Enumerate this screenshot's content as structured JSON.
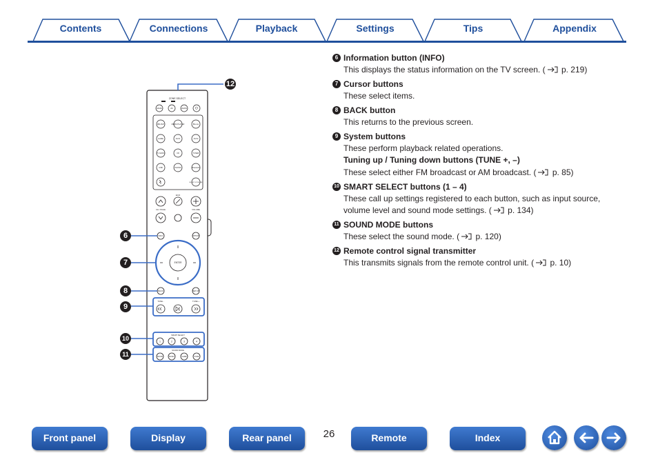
{
  "tabs": [
    "Contents",
    "Connections",
    "Playback",
    "Settings",
    "Tips",
    "Appendix"
  ],
  "remote": {
    "zone_label": "ZONE SELECT",
    "top_buttons": [
      "MAIN",
      "Z2",
      "Z2/Z3",
      "⏻"
    ],
    "source_buttons": [
      "CBL/SAT",
      "MEDIA PLAYER",
      "Blu-ray",
      "GAME",
      "AUX1",
      "AUX2",
      "TV AUDIO",
      "CD",
      "TUNER",
      "USB",
      "PHONO",
      "Bluetooth",
      "",
      "",
      "BLUETOOTH/LINK"
    ],
    "mid_labels": {
      "ch_page": "CH / PAGE",
      "eco": "ECO",
      "volume": "VOLUME"
    },
    "info_label": "INFO",
    "option_label": "OPTION",
    "enter_label": "ENTER",
    "back_label": "BACK",
    "setup_label": "SETUP",
    "tune_minus": "TUNE -",
    "tune_plus": "TUNE +",
    "smart_select_label": "SMART SELECT",
    "smart_buttons": [
      "1",
      "2",
      "3",
      "4"
    ],
    "sound_mode_label": "SOUND MODE",
    "sound_buttons": [
      "MOVIE",
      "MUSIC",
      "GAME",
      "PURE"
    ]
  },
  "callouts": [
    "6",
    "7",
    "8",
    "9",
    "10",
    "11",
    "12"
  ],
  "items": [
    {
      "num": "6",
      "title": "Information button (INFO)",
      "text": "This displays the status information on the TV screen.",
      "ref": "p. 219)"
    },
    {
      "num": "7",
      "title": "Cursor buttons",
      "text": "These select items."
    },
    {
      "num": "8",
      "title": "BACK button",
      "text": "This returns to the previous screen."
    },
    {
      "num": "9",
      "title": "System buttons",
      "text": "These perform playback related operations.",
      "sub_title": "Tuning up / Tuning down buttons (TUNE +, –)",
      "sub_text": "These select either FM broadcast or AM broadcast.",
      "sub_ref": "p. 85)"
    },
    {
      "num": "10",
      "title": "SMART SELECT buttons (1 – 4)",
      "text": "These call up settings registered to each button, such as input source, volume level and sound mode settings.",
      "ref": "p. 134)"
    },
    {
      "num": "11",
      "title": "SOUND MODE buttons",
      "text": "These select the sound mode.",
      "ref": "p. 120)"
    },
    {
      "num": "12",
      "title": "Remote control signal transmitter",
      "text": "This transmits signals from the remote control unit.",
      "ref": "p. 10)"
    }
  ],
  "page_number": "26",
  "nav": [
    "Front panel",
    "Display",
    "Rear panel",
    "Remote",
    "Index"
  ],
  "icons": {
    "home": "home-icon",
    "back": "arrow-left-icon",
    "forward": "arrow-right-icon"
  },
  "colors": {
    "accent": "#1f4f9c",
    "highlight": "#3a6cc6"
  }
}
